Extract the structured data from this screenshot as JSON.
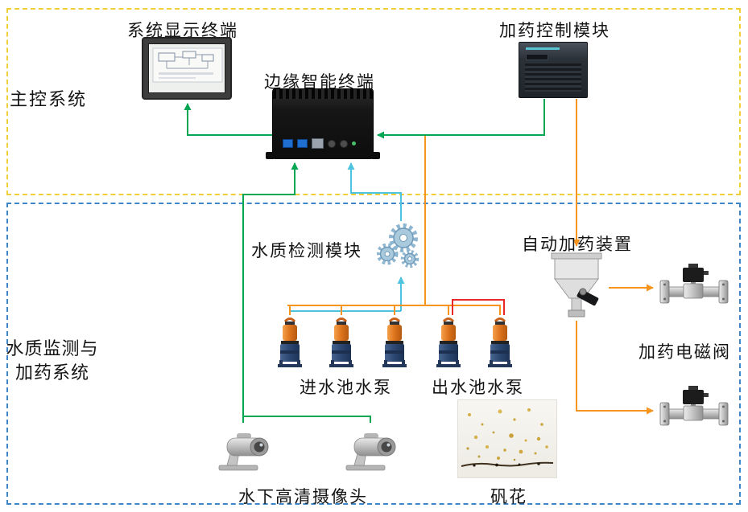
{
  "groups": {
    "main_control": {
      "label": "主控系统"
    },
    "dosing_system": {
      "label_line1": "水质监测与",
      "label_line2": "加药系统"
    }
  },
  "nodes": {
    "display_terminal": {
      "label": "系统显示终端"
    },
    "edge_terminal": {
      "label": "边缘智能终端"
    },
    "dosing_control_module": {
      "label": "加药控制模块"
    },
    "water_quality_module": {
      "label": "水质检测模块"
    },
    "auto_dosing_device": {
      "label": "自动加药装置"
    },
    "dosing_solenoid_valve": {
      "label": "加药电磁阀"
    },
    "inlet_pumps": {
      "label": "进水池水泵"
    },
    "outlet_pumps": {
      "label": "出水池水泵"
    },
    "underwater_camera": {
      "label": "水下高清摄像头"
    },
    "floc": {
      "label": "矾花"
    }
  },
  "colors": {
    "green": "#00A651",
    "orange": "#F7941E",
    "cyan": "#4EC3E0",
    "red": "#E8282B",
    "main_border": "#F0CF3A",
    "sub_border": "#3F86C8"
  }
}
